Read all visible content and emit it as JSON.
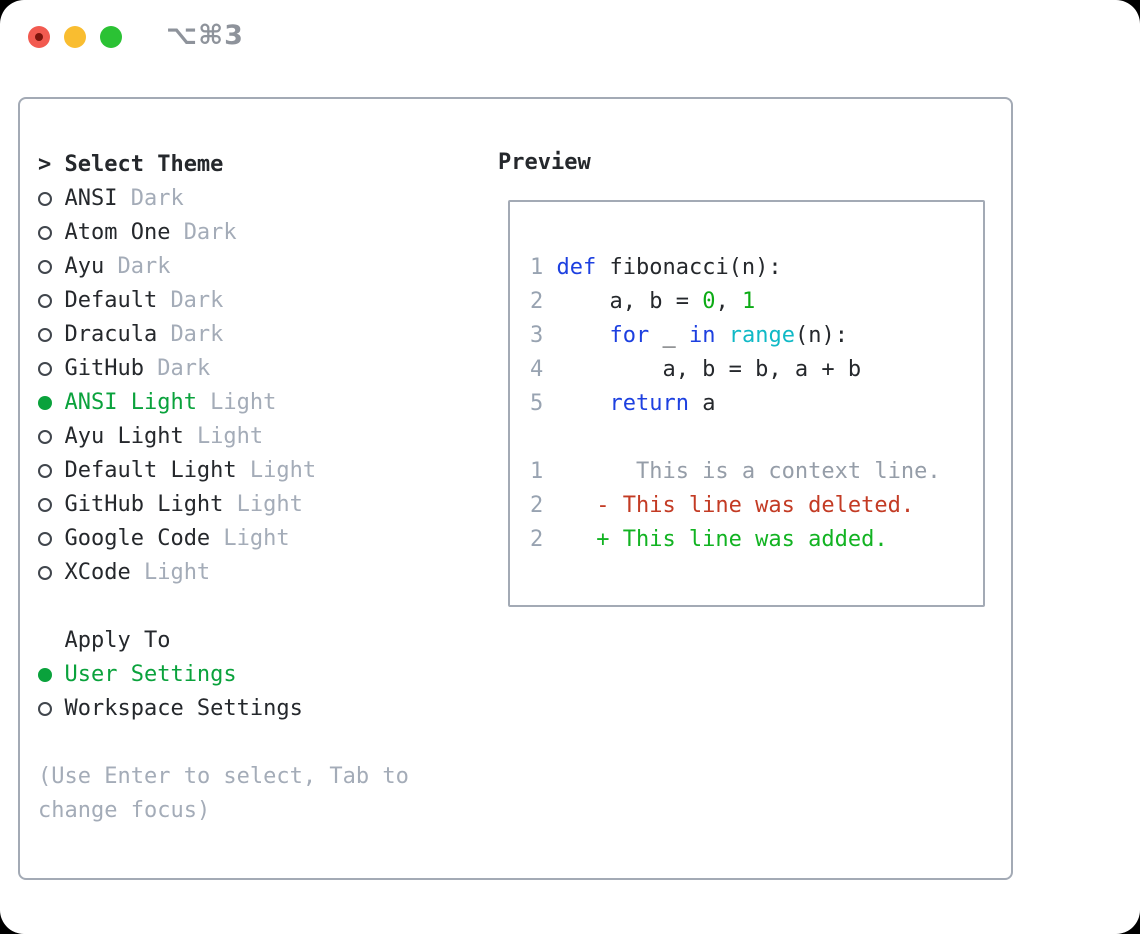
{
  "window": {
    "title": "⌥⌘3",
    "traffic_lights": [
      "close",
      "minimize",
      "zoom"
    ]
  },
  "theme_panel": {
    "title_prefix": ">",
    "title": "Select Theme",
    "items": [
      {
        "label": "ANSI",
        "variant": "Dark",
        "selected": false
      },
      {
        "label": "Atom One",
        "variant": "Dark",
        "selected": false
      },
      {
        "label": "Ayu",
        "variant": "Dark",
        "selected": false
      },
      {
        "label": "Default",
        "variant": "Dark",
        "selected": false
      },
      {
        "label": "Dracula",
        "variant": "Dark",
        "selected": false
      },
      {
        "label": "GitHub",
        "variant": "Dark",
        "selected": false
      },
      {
        "label": "ANSI Light",
        "variant": "Light",
        "selected": true
      },
      {
        "label": "Ayu Light",
        "variant": "Light",
        "selected": false
      },
      {
        "label": "Default Light",
        "variant": "Light",
        "selected": false
      },
      {
        "label": "GitHub Light",
        "variant": "Light",
        "selected": false
      },
      {
        "label": "Google Code",
        "variant": "Light",
        "selected": false
      },
      {
        "label": "XCode",
        "variant": "Light",
        "selected": false
      }
    ]
  },
  "apply_to": {
    "title": "Apply To",
    "options": [
      {
        "label": "User Settings",
        "selected": true
      },
      {
        "label": "Workspace Settings",
        "selected": false
      }
    ]
  },
  "hint": "(Use Enter to select, Tab to change focus)",
  "preview": {
    "title": "Preview",
    "lines": [
      {
        "num": "1",
        "tokens": [
          {
            "t": "def",
            "s": "kw"
          },
          {
            "t": " fibonacci(n):",
            "s": "pl"
          }
        ]
      },
      {
        "num": "2",
        "tokens": [
          {
            "t": "    a, b = ",
            "s": "pl"
          },
          {
            "t": "0",
            "s": "num"
          },
          {
            "t": ", ",
            "s": "pl"
          },
          {
            "t": "1",
            "s": "num"
          }
        ]
      },
      {
        "num": "3",
        "tokens": [
          {
            "t": "    ",
            "s": "pl"
          },
          {
            "t": "for",
            "s": "kw"
          },
          {
            "t": " _ ",
            "s": "pl"
          },
          {
            "t": "in",
            "s": "kw"
          },
          {
            "t": " ",
            "s": "pl"
          },
          {
            "t": "range",
            "s": "builtin"
          },
          {
            "t": "(n):",
            "s": "pl"
          }
        ]
      },
      {
        "num": "4",
        "tokens": [
          {
            "t": "        a, b = b, a + b",
            "s": "pl"
          }
        ]
      },
      {
        "num": "5",
        "tokens": [
          {
            "t": "    ",
            "s": "pl"
          },
          {
            "t": "return",
            "s": "kw"
          },
          {
            "t": " a",
            "s": "pl"
          }
        ]
      },
      {
        "num": "",
        "tokens": []
      },
      {
        "num": "1",
        "tokens": [
          {
            "t": "      This is a context line.",
            "s": "ctx"
          }
        ]
      },
      {
        "num": "2",
        "tokens": [
          {
            "t": "   - This line was deleted.",
            "s": "del"
          }
        ]
      },
      {
        "num": "2",
        "tokens": [
          {
            "t": "   + This line was added.",
            "s": "add"
          }
        ]
      }
    ]
  },
  "colors": {
    "text": "#25282c",
    "secondary": "#a4acb8",
    "accent": "#0aa23c",
    "keyword": "#1d40e0",
    "builtin": "#10b9c6",
    "number": "#0cab15",
    "context": "#959da8",
    "deleted": "#c33b24",
    "added": "#12b322",
    "gutter": "#98a3b1",
    "border": "#a3aab5",
    "titlebar": "#8e939b",
    "radio_outline": "#41464d",
    "light_red": "#f25a50",
    "light_red_dot": "#7d150d",
    "light_yellow": "#f9bd30",
    "light_green": "#2bc234"
  }
}
